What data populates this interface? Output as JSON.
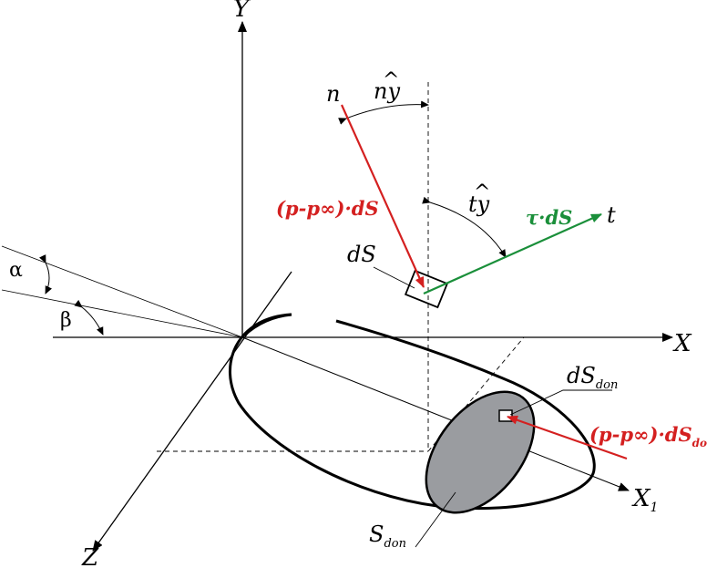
{
  "axes": {
    "y": "Y",
    "x": "X",
    "z": "Z",
    "x1_main": "X",
    "x1_sub": "1"
  },
  "angles": {
    "alpha": "α",
    "beta": "β",
    "ny_main": "ny",
    "ny_hat": "^",
    "ty_main": "ty",
    "ty_hat": "^"
  },
  "vectors": {
    "n": "n",
    "t": "t",
    "pressure_force": "(p-p∞)·dS",
    "shear_force": "τ·dS",
    "pressure_force_don_main": "(p-p∞)·dS",
    "pressure_force_don_sub": "don"
  },
  "elements": {
    "ds": "dS",
    "ds_don_main": "dS",
    "ds_don_sub": "don",
    "s_don_main": "S",
    "s_don_sub": "don"
  },
  "colors": {
    "pressure": "#d42020",
    "shear": "#1a8f3a",
    "base_region": "#9a9ca0",
    "lines": "#000000"
  }
}
